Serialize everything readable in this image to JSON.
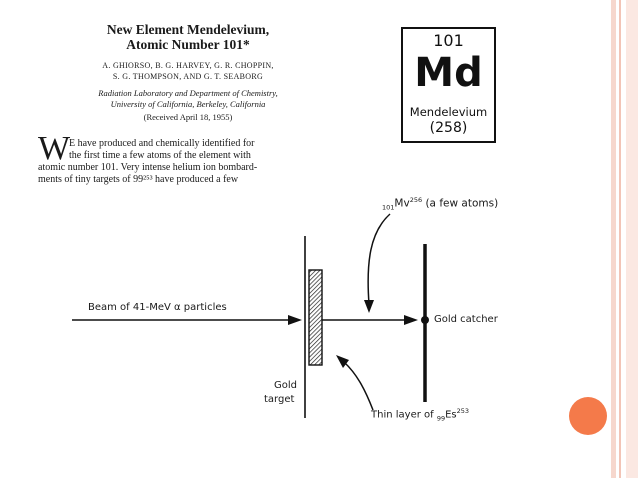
{
  "paper": {
    "title_line1": "New Element Mendelevium,",
    "title_line2": "Atomic Number 101*",
    "authors_line1": "A. GHIORSO, B. G. HARVEY, G. R. CHOPPIN,",
    "authors_line2": "S. G. THOMPSON, AND G. T. SEABORG",
    "affiliation_line1": "Radiation Laboratory and Department of Chemistry,",
    "affiliation_line2": "University of California, Berkeley, California",
    "received": "(Received April 18, 1955)",
    "dropcap": "W",
    "body_line1": "E have produced and chemically identified for",
    "body_line2": "the first time a few atoms of the element with",
    "body_line3": "atomic number 101. Very intense helium ion bombard-",
    "body_line4": "ments of tiny targets of 99²⁵³ have produced a few"
  },
  "element_tile": {
    "atomic_number": "101",
    "symbol": "Md",
    "name": "Mendelevium",
    "mass": "(258)"
  },
  "diagram": {
    "product_prefix": "101",
    "product_symbol": "Mv",
    "product_mass": "256",
    "product_note": " (a few atoms)",
    "beam_label": "Beam of 41-MeV α particles",
    "catcher_label": "Gold catcher",
    "target_line1": "Gold",
    "target_line2": "target",
    "layer_text": "Thin layer of ",
    "layer_prefix": "99",
    "layer_symbol": "Es",
    "layer_mass": "253"
  },
  "colors": {
    "accent_dot": "#f47a4a",
    "rail": "#f6d7cd"
  }
}
